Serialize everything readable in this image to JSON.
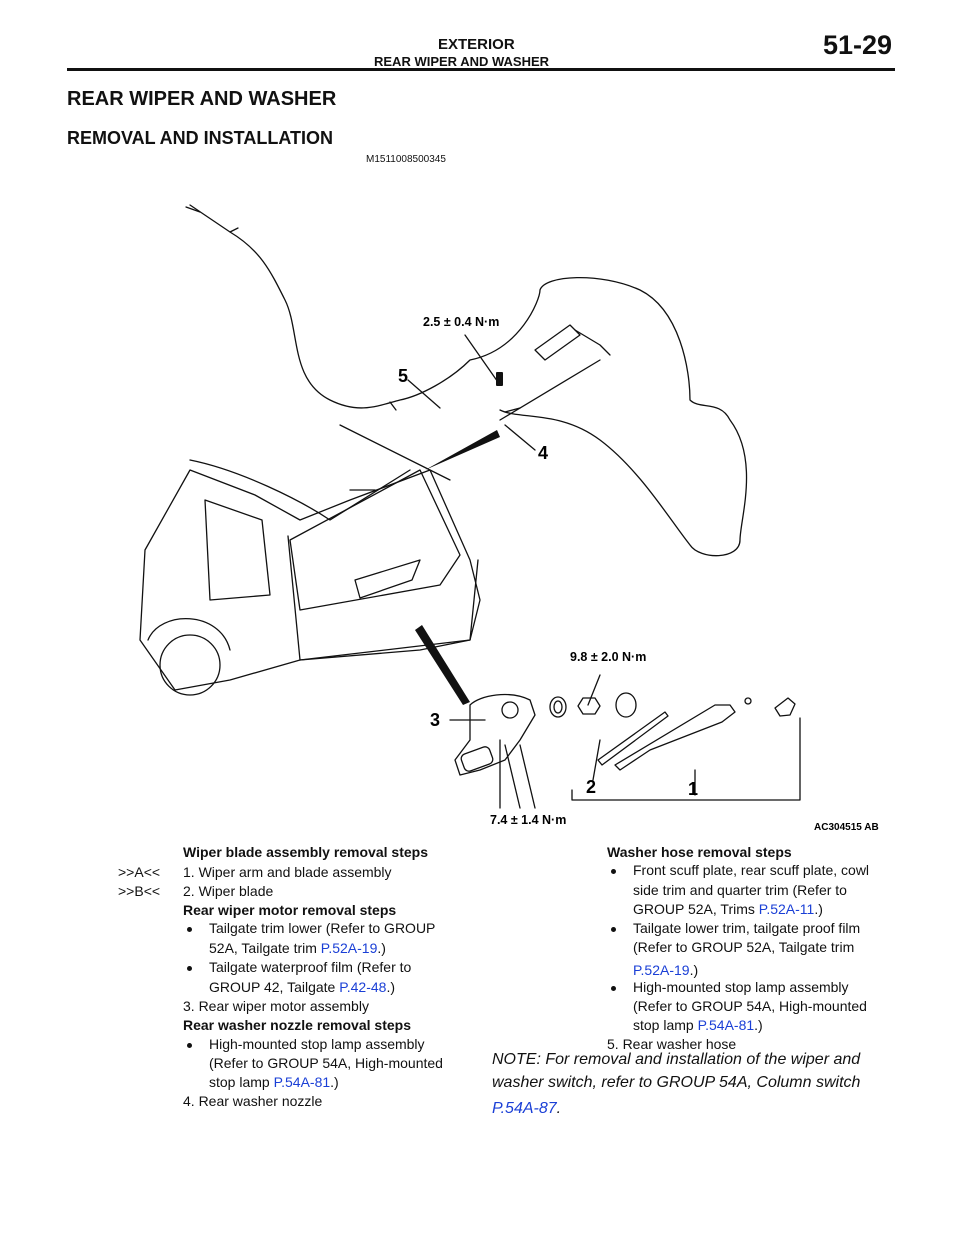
{
  "header": {
    "section": "EXTERIOR",
    "subsection": "REAR WIPER AND WASHER",
    "page_number": "51-29"
  },
  "title": "REAR WIPER AND WASHER",
  "subtitle": "REMOVAL AND INSTALLATION",
  "doc_code": "M1511008500345",
  "figure": {
    "torque_1": "2.5 ± 0.4 N·m",
    "torque_2": "9.8 ± 2.0 N·m",
    "torque_3": "7.4 ± 1.4 N·m",
    "callouts": [
      "1",
      "2",
      "3",
      "4",
      "5"
    ],
    "figure_code": "AC304515 AB"
  },
  "left_column": {
    "heading1": "Wiper blade assembly removal steps",
    "step1_tag": ">>A<<",
    "step1": "1.  Wiper arm and blade assembly",
    "step2_tag": ">>B<<",
    "step2": "2.  Wiper blade",
    "heading2": "Rear wiper motor removal steps",
    "b1_line1": "Tailgate trim lower (Refer to GROUP",
    "b1_line2": "52A, Tailgate trim ",
    "b1_link": "P.52A-19",
    "b1_end": ".)",
    "b2_line1": "Tailgate waterproof film (Refer to",
    "b2_line2": "GROUP 42, Tailgate ",
    "b2_link": "P.42-48",
    "b2_end": ".)",
    "step3": "3.  Rear wiper motor assembly",
    "heading3": "Rear washer nozzle removal steps",
    "b3_line1": "High-mounted stop lamp assembly",
    "b3_line2": "(Refer to GROUP 54A, High-mounted",
    "b3_line3": "stop lamp ",
    "b3_link": "P.54A-81",
    "b3_end": ".)",
    "step4": "4.  Rear washer nozzle"
  },
  "right_column": {
    "heading": "Washer hose removal steps",
    "b1_line1": "Front scuff plate, rear scuff plate, cowl",
    "b1_line2": "side trim and quarter trim (Refer to",
    "b1_line3": "GROUP 52A, Trims ",
    "b1_link": "P.52A-11",
    "b1_end": ".)",
    "b2_line1": "Tailgate lower trim, tailgate proof film",
    "b2_line2": "(Refer to GROUP 52A, Tailgate trim",
    "b2_link": "P.52A-19",
    "b2_end": ".)",
    "b3_line1": "High-mounted stop lamp assembly",
    "b3_line2": "(Refer to GROUP 54A, High-mounted",
    "b3_line3": "stop lamp ",
    "b3_link": "P.54A-81",
    "b3_end": ".)",
    "step5": "5.  Rear washer hose"
  },
  "note": {
    "line1": "NOTE: For removal and installation of the wiper and",
    "line2": "washer switch, refer to GROUP 54A, Column switch",
    "link": "P.54A-87",
    "end": "."
  },
  "colors": {
    "link": "#1a3fd6",
    "text": "#111111"
  }
}
